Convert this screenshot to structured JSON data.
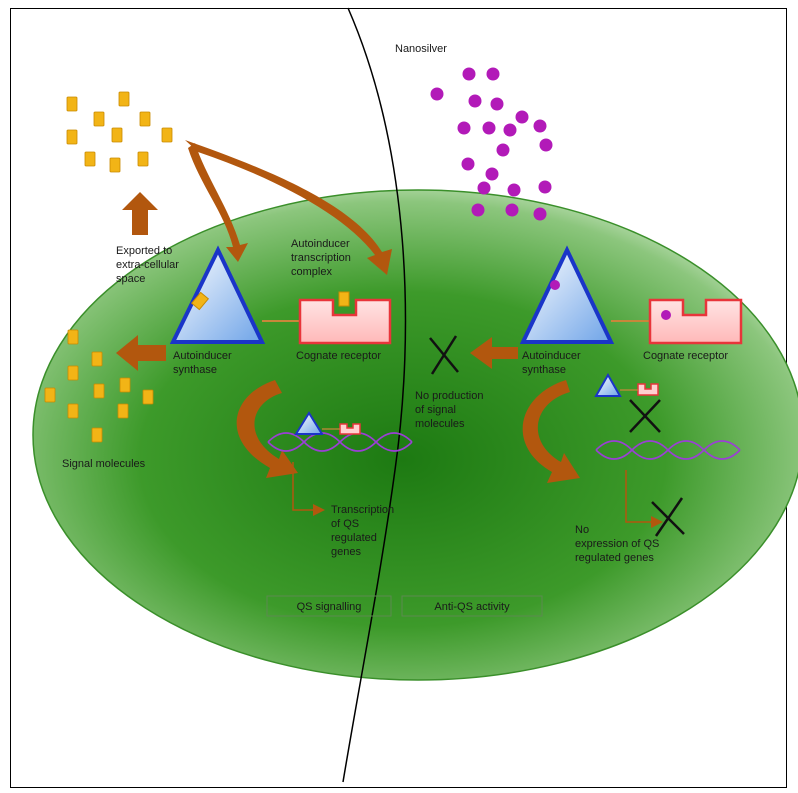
{
  "labels": {
    "nanosilver": "Nanosilver",
    "exported_1": "Exported to",
    "exported_2": "extra-cellular",
    "exported_3": "space",
    "complex_1": "Autoinducer",
    "complex_2": "transcription",
    "complex_3": "complex",
    "synthase_left_1": "Autoinducer",
    "synthase_left_2": "synthase",
    "receptor_left": "Cognate receptor",
    "signal_molecules": "Signal molecules",
    "transcription_1": "Transcription",
    "transcription_2": "of QS",
    "transcription_3": "regulated",
    "transcription_4": "genes",
    "synthase_right_1": "Autoinducer",
    "synthase_right_2": "synthase",
    "receptor_right": "Cognate receptor",
    "noprod_1": "No production",
    "noprod_2": "of signal",
    "noprod_3": "molecules",
    "noexpr_1": "No",
    "noexpr_2": "expression of QS",
    "noexpr_3": "regulated genes",
    "box_left": "QS signalling",
    "box_right": "Anti-QS activity"
  },
  "colors": {
    "cell_green": "#2e8b1e",
    "signal_molecule": "#f2b416",
    "nanosilver": "#b21ab8",
    "synthase_blue": "#1a35c8",
    "receptor_red": "#e8353a",
    "arrow_brown": "#b2570e",
    "dna_purple": "#9b3fd6"
  },
  "icons": [
    "signal-molecule-icon",
    "nanosilver-particle-icon",
    "synthase-triangle-icon",
    "receptor-icon",
    "dna-helix-icon",
    "cross-icon",
    "curved-arrow-icon"
  ]
}
